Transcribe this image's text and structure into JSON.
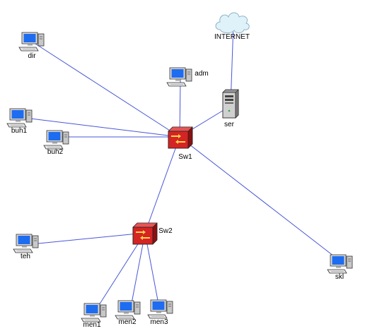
{
  "diagram": {
    "nodes": [
      {
        "id": "internet",
        "type": "cloud",
        "label": "INTERNET"
      },
      {
        "id": "ser",
        "type": "server",
        "label": "ser"
      },
      {
        "id": "sw1",
        "type": "switch",
        "label": "Sw1"
      },
      {
        "id": "sw2",
        "type": "switch",
        "label": "Sw2"
      },
      {
        "id": "dir",
        "type": "pc",
        "label": "dir"
      },
      {
        "id": "adm",
        "type": "pc",
        "label": "adm"
      },
      {
        "id": "buh1",
        "type": "pc",
        "label": "buh1"
      },
      {
        "id": "buh2",
        "type": "pc",
        "label": "buh2"
      },
      {
        "id": "teh",
        "type": "pc",
        "label": "teh"
      },
      {
        "id": "skl",
        "type": "pc",
        "label": "skl"
      },
      {
        "id": "men1",
        "type": "pc",
        "label": "men1"
      },
      {
        "id": "men2",
        "type": "pc",
        "label": "men2"
      },
      {
        "id": "men3",
        "type": "pc",
        "label": "men3"
      }
    ],
    "links": [
      [
        "internet",
        "ser"
      ],
      [
        "ser",
        "sw1"
      ],
      [
        "dir",
        "sw1"
      ],
      [
        "adm",
        "sw1"
      ],
      [
        "buh1",
        "sw1"
      ],
      [
        "buh2",
        "sw1"
      ],
      [
        "sw1",
        "skl"
      ],
      [
        "sw1",
        "sw2"
      ],
      [
        "teh",
        "sw2"
      ],
      [
        "men1",
        "sw2"
      ],
      [
        "men2",
        "sw2"
      ],
      [
        "men3",
        "sw2"
      ]
    ],
    "colors": {
      "link": "#4a56d8",
      "switch": "#d42424",
      "monitor_screen": "#1e6cf0",
      "cloud": "#dff2fa"
    }
  }
}
